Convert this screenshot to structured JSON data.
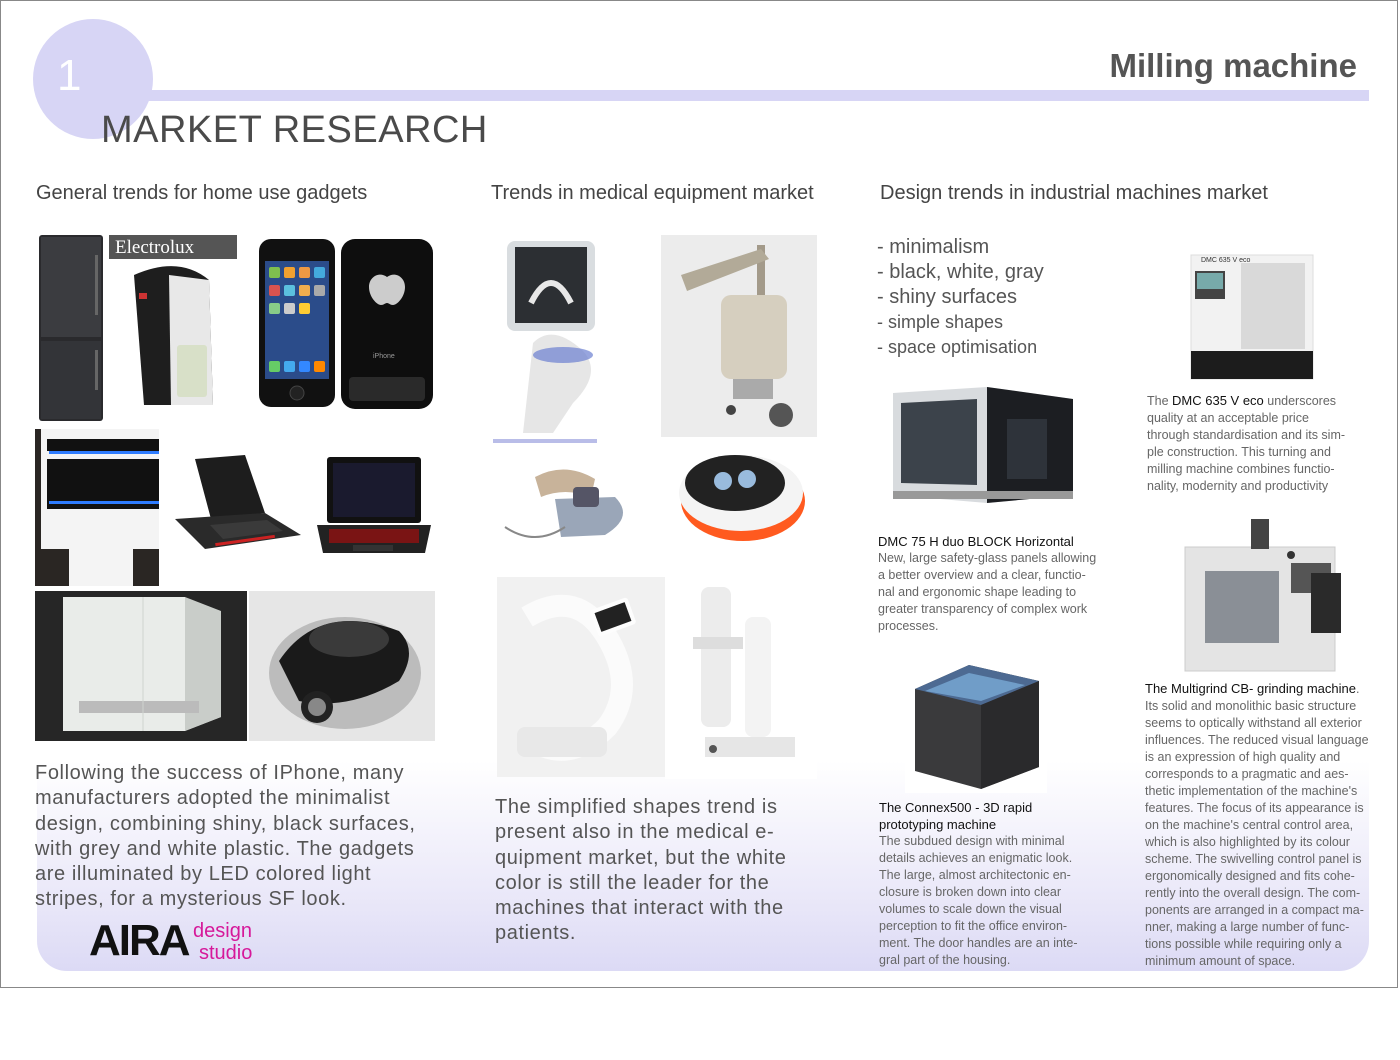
{
  "header": {
    "section_number": "1",
    "page_title": "MARKET RESEARCH",
    "project_title": "Milling machine"
  },
  "columns": {
    "gadgets": {
      "heading": "General trends for home use gadgets",
      "photo_text_brand": "Electrolux",
      "photo_text_phone": "iPhone",
      "paragraph": [
        "Following the success of IPhone, many",
        "manufacturers adopted the minimalist",
        "design, combining shiny, black surfaces,",
        "with grey and white plastic. The gadgets",
        "are illuminated by LED colored light",
        "stripes, for a mysterious SF look."
      ]
    },
    "medical": {
      "heading": "Trends in medical equipment market",
      "paragraph": [
        "The simplified shapes trend is",
        "present also in the medical e-",
        "quipment market, but the white",
        "color is still the leader for the",
        "machines that interact with the",
        "patients."
      ]
    },
    "industrial": {
      "heading": "Design trends in industrial machines market",
      "trends": [
        "- minimalism",
        "- black, white, gray",
        "- shiny surfaces",
        "- simple shapes",
        "- space optimisation"
      ],
      "dmc635": {
        "prefix": "The ",
        "name": "DMC 635 V eco",
        "lines": [
          " underscores",
          "quality at an acceptable price",
          "through standardisation and its sim-",
          "ple construction. This turning and",
          "milling machine combines functio-",
          "nality, modernity and productivity"
        ],
        "machine_label": "DMC 635 V eco"
      },
      "dmc75": {
        "title": "DMC 75 H duo BLOCK Horizontal",
        "lines": [
          "New, large safety-glass panels allowing",
          "a better overview and a clear, functio-",
          "nal and ergonomic shape leading to",
          "greater transparency of complex work",
          "processes."
        ]
      },
      "multigrind": {
        "title": "The Multigrind CB- grinding machine",
        "title_suffix": ".",
        "lines": [
          "Its solid and monolithic basic structure",
          "seems to optically withstand all exterior",
          "influences. The reduced visual language",
          "is an expression of high quality and",
          "corresponds to a pragmatic and aes-",
          "thetic implementation of the machine's",
          "features. The focus of its appearance is",
          "on the machine's central control area,",
          "which is also highlighted by its colour",
          "scheme. The swivelling control panel is",
          "ergonomically designed and fits cohe-",
          "rently into the overall design. The com-",
          "ponents are arranged in a compact ma-",
          "nner, making a large number of func-",
          "tions possible while requiring only a",
          "minimum amount of space."
        ]
      },
      "connex": {
        "title_lines": [
          "The Connex500 - 3D rapid",
          "prototyping machine"
        ],
        "lines": [
          "The subdued design with minimal",
          "details achieves an enigmatic look.",
          "The large, almost architectonic en-",
          "closure is broken down into clear",
          "volumes to scale down the visual",
          "perception to fit the office environ-",
          "ment. The door handles are an inte-",
          "gral part of the housing."
        ]
      }
    }
  },
  "logo": {
    "mark": "AIRA",
    "word1": "design",
    "word2": "studio"
  },
  "colors": {
    "accent": "#d7d5f5",
    "logo_pink": "#d6189a"
  }
}
